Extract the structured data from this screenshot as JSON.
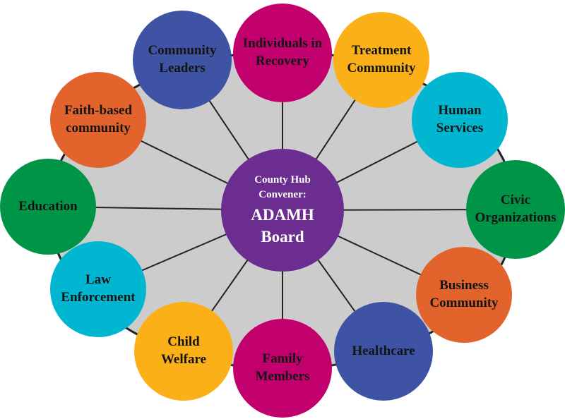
{
  "hub": {
    "subtitle": "County Hub\nConvener:",
    "title": "ADAMH\nBoard",
    "color": "#6b2d8f"
  },
  "nodes": [
    {
      "label": "Individuals in\nRecovery",
      "color": "#c1006e"
    },
    {
      "label": "Treatment\nCommunity",
      "color": "#fcb017"
    },
    {
      "label": "Human\nServices",
      "color": "#00b6d0"
    },
    {
      "label": "Civic\nOrganizations",
      "color": "#009447"
    },
    {
      "label": "Business\nCommunity",
      "color": "#e2632b"
    },
    {
      "label": "Healthcare",
      "color": "#3f53a4"
    },
    {
      "label": "Family\nMembers",
      "color": "#c1006e"
    },
    {
      "label": "Child\nWelfare",
      "color": "#fcb017"
    },
    {
      "label": "Law\nEnforcement",
      "color": "#00b6d0"
    },
    {
      "label": "Education",
      "color": "#009447"
    },
    {
      "label": "Faith-based\ncommunity",
      "color": "#e2632b"
    },
    {
      "label": "Community\nLeaders",
      "color": "#3f53a4"
    }
  ],
  "background_color": "#cccccc"
}
